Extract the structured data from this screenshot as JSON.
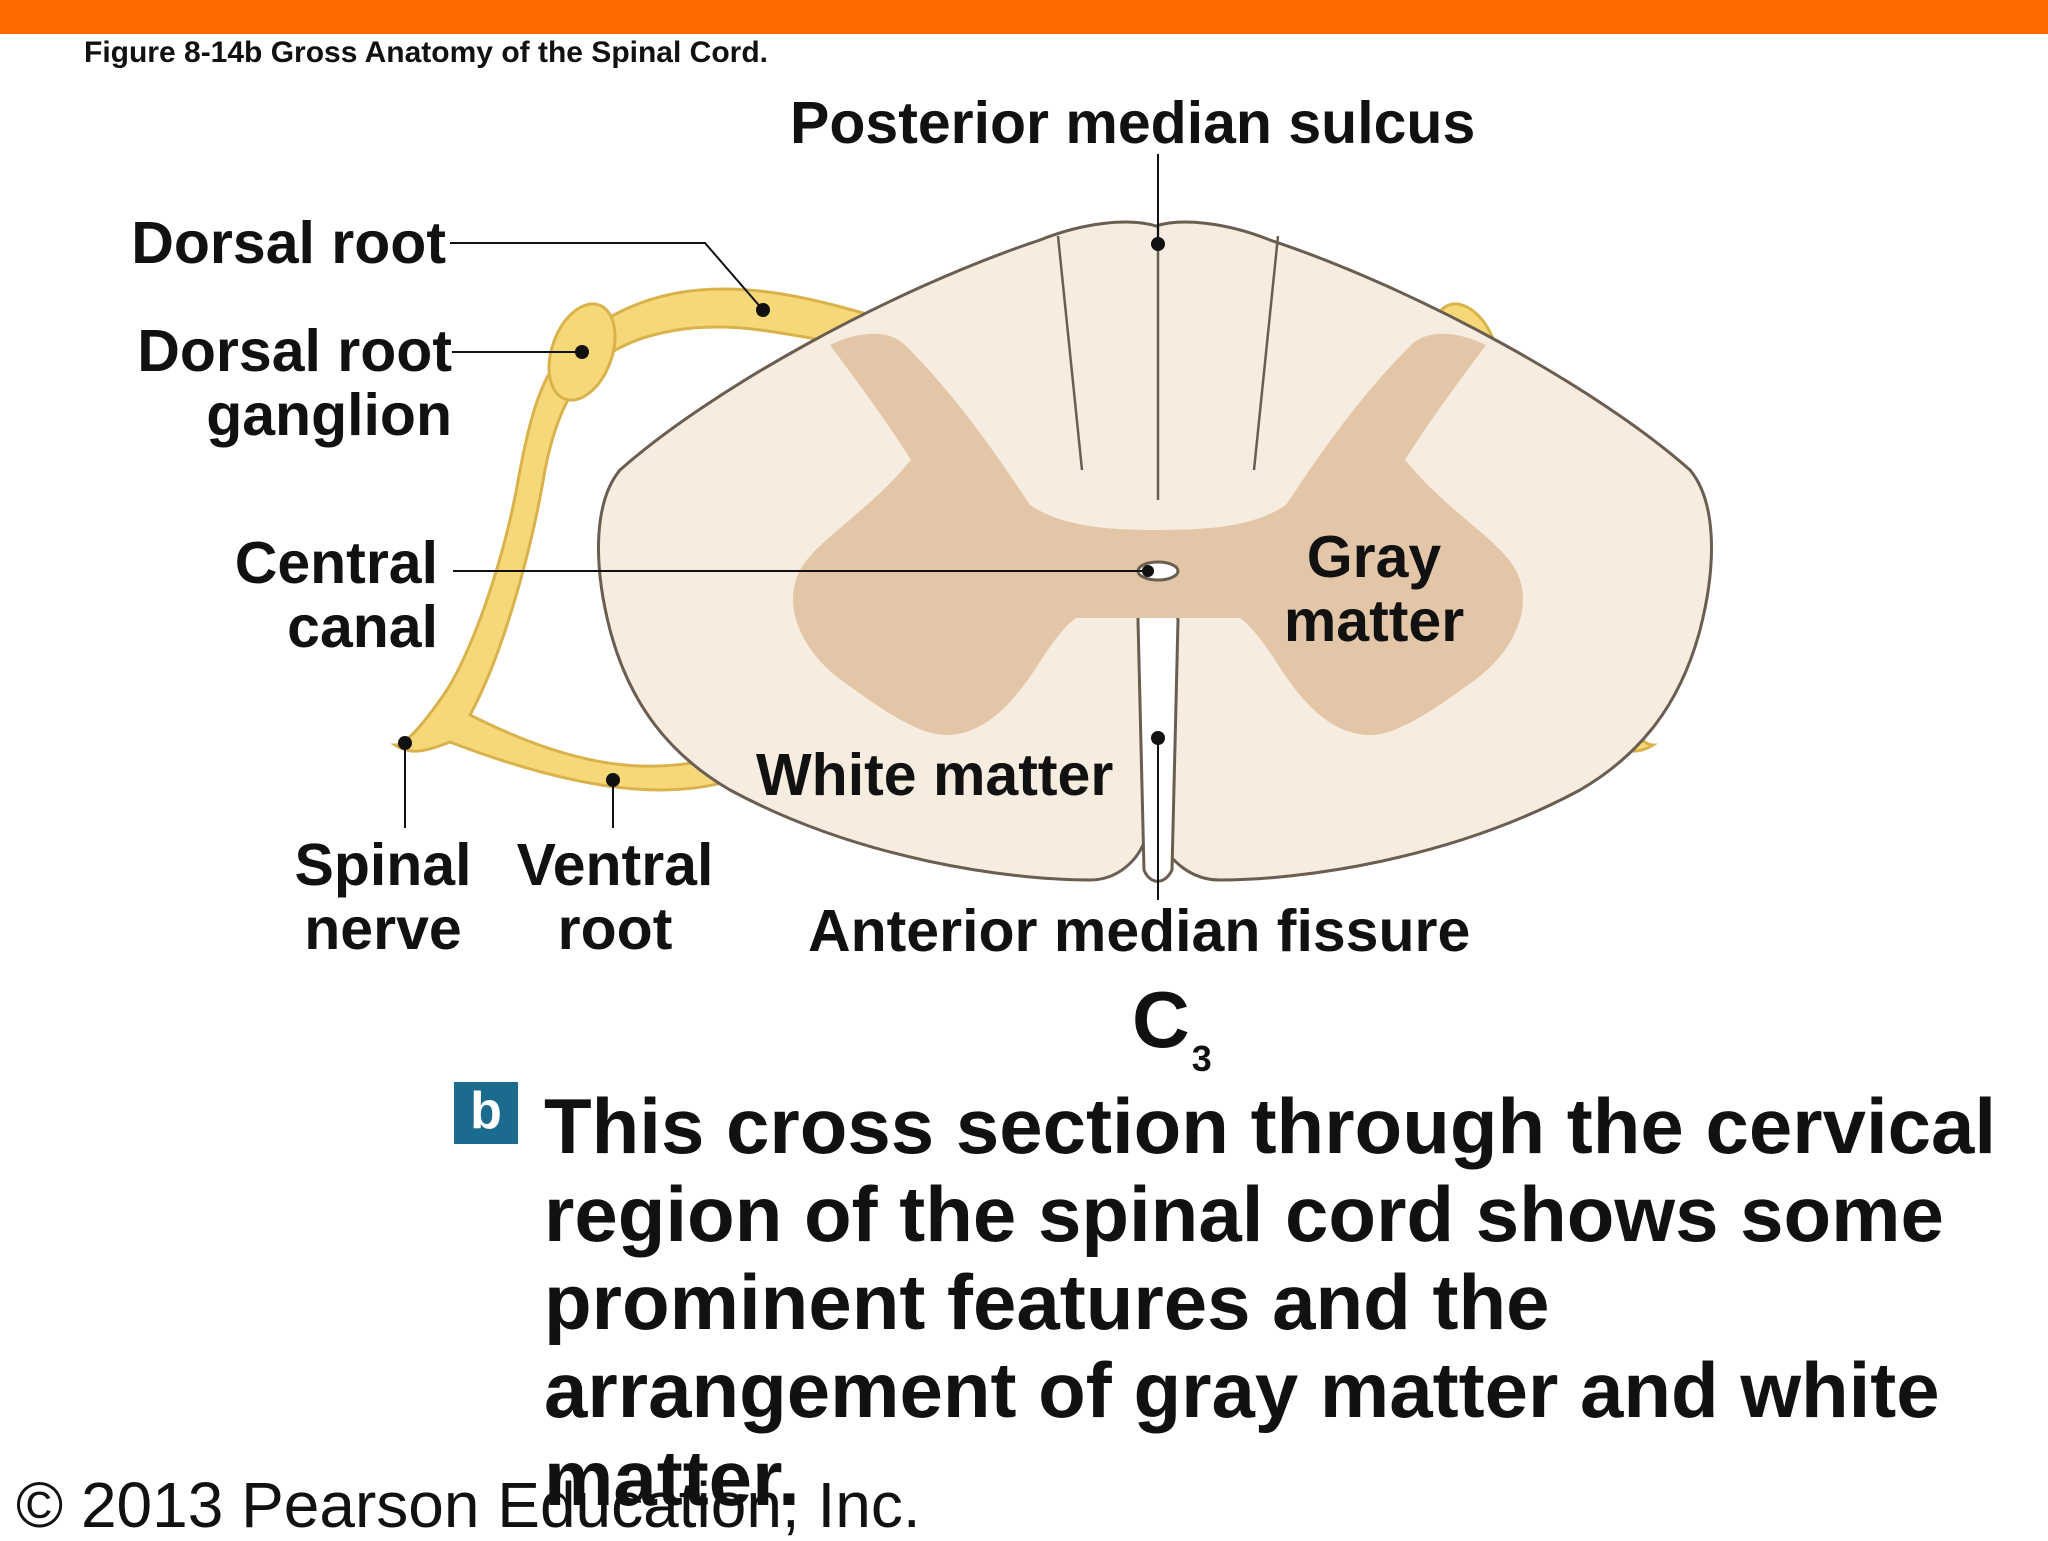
{
  "colors": {
    "accent_bar": "#ff6a00",
    "white_matter": "#f6ecdf",
    "gray_matter": "#e3c6a7",
    "nerve": "#f7d879",
    "nerve_outline": "#d9b24c",
    "outline": "#6b5d50",
    "badge": "#1b6b8f"
  },
  "figure_title": "Figure 8-14b  Gross Anatomy of the Spinal Cord.",
  "labels": {
    "posterior_median_sulcus": "Posterior median sulcus",
    "dorsal_root": "Dorsal root",
    "dorsal_root_ganglion_line1": "Dorsal root",
    "dorsal_root_ganglion_line2": "ganglion",
    "central_canal_line1": "Central",
    "central_canal_line2": "canal",
    "gray_matter_line1": "Gray",
    "gray_matter_line2": "matter",
    "white_matter": "White matter",
    "spinal_nerve_line1": "Spinal",
    "spinal_nerve_line2": "nerve",
    "ventral_root_line1": "Ventral",
    "ventral_root_line2": "root",
    "anterior_median_fissure": "Anterior median fissure"
  },
  "segment": {
    "letter": "C",
    "number": "3"
  },
  "badge": "b",
  "caption": "This cross section through the cervical region of the spinal cord shows some prominent features and the arrangement of gray matter and white matter.",
  "copyright": "© 2013 Pearson Education, Inc."
}
